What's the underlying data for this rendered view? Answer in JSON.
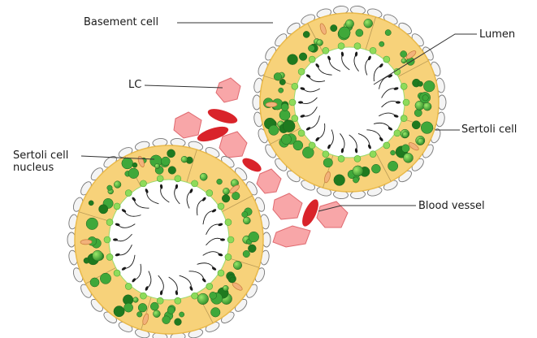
{
  "labels": {
    "basement_cell": "Basement cell",
    "lumen": "Lumen",
    "lc": "LC",
    "sertoli_cell": "Sertoli cell",
    "sertoli_cell_nucleus_line1": "Sertoli cell",
    "sertoli_cell_nucleus_line2": "nucleus",
    "blood_vessel": "Blood vessel"
  },
  "colors": {
    "epithelium": "#F7D27A",
    "epithelium_edge": "#E9B94A",
    "lumen": "#FFFFFF",
    "germ_cell_dark": "#1F7A1F",
    "germ_cell_mid": "#3FA83A",
    "germ_cell_light": "#8EDB5A",
    "sertoli_nucleus": "#F2B27A",
    "basement_cell": "#F4F4F4",
    "leydig_cell": "#F8A6A8",
    "red_blood_cell": "#D9232A",
    "sperm": "#1A1A1A"
  }
}
